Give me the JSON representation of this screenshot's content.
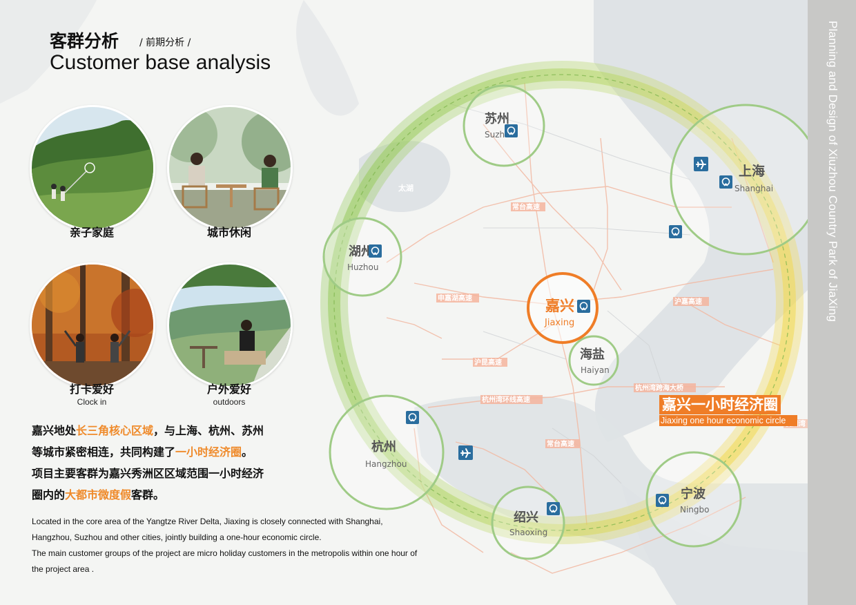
{
  "header": {
    "title_cn": "客群分析",
    "subtitle_cn": "/ 前期分析 /",
    "title_en": "Customer base analysis"
  },
  "sidebar": {
    "vertical_title": "Planning and Design of Xiuzhou Country Park of JiaXing"
  },
  "categories": [
    {
      "label_cn": "亲子家庭",
      "label_en": ""
    },
    {
      "label_cn": "城市休闲",
      "label_en": ""
    },
    {
      "label_cn": "打卡爱好",
      "label_en": "Clock in"
    },
    {
      "label_cn": "户外爱好",
      "label_en": "outdoors"
    }
  ],
  "description_cn": {
    "line1_a": "嘉兴地处",
    "line1_hl": "长三角核心区域",
    "line1_b": "，与上海、杭州、苏州",
    "line2_a": "等城市紧密相连，共同构建了",
    "line2_hl": "一小时经济圈",
    "line2_b": "。",
    "line3": "项目主要客群为嘉兴秀洲区区域范围一小时经济",
    "line4_a": "圈内的",
    "line4_hl": "大都市微度假",
    "line4_b": "客群。"
  },
  "description_en": [
    "Located in the core area of the Yangtze River Delta, Jiaxing is closely connected with Shanghai,",
    "Hangzhou, Suzhou and other cities, jointly building a one-hour economic circle.",
    "The main customer groups of the project are micro holiday customers in the metropolis within one hour of",
    "the project area ."
  ],
  "map": {
    "lake_label": "太湖",
    "economic_circle": {
      "label_cn": "嘉兴一小时经济圈",
      "label_en": "Jiaxing one hour economic circle"
    },
    "cities": [
      {
        "id": "suzhou",
        "cn": "苏州",
        "en": "Suzhou",
        "role": "neighbor"
      },
      {
        "id": "shanghai",
        "cn": "上海",
        "en": "Shanghai",
        "role": "neighbor"
      },
      {
        "id": "huzhou",
        "cn": "湖州",
        "en": "Huzhou",
        "role": "neighbor"
      },
      {
        "id": "jiaxing",
        "cn": "嘉兴",
        "en": "Jiaxing",
        "role": "center"
      },
      {
        "id": "haiyan",
        "cn": "海盐",
        "en": "Haiyan",
        "role": "neighbor"
      },
      {
        "id": "hangzhou",
        "cn": "杭州",
        "en": "Hangzhou",
        "role": "neighbor"
      },
      {
        "id": "shaoxing",
        "cn": "绍兴",
        "en": "Shaoxing",
        "role": "neighbor"
      },
      {
        "id": "ningbo",
        "cn": "宁波",
        "en": "Ningbo",
        "role": "neighbor"
      }
    ],
    "roads": [
      "常台高速",
      "申嘉湖高速",
      "沪嘉高速",
      "沪昆高速",
      "杭州湾环线高速",
      "杭州湾跨海大桥",
      "常台高速",
      "杭州湾"
    ],
    "icons": [
      "rail-station-icon",
      "airplane-icon"
    ],
    "colors": {
      "center": "#ef7d27",
      "neighbor": "#8dc07a",
      "ring_green": "#9ccc6a",
      "ring_yellow": "#f3dc5a",
      "icon_bg": "#2a6d9e"
    }
  }
}
